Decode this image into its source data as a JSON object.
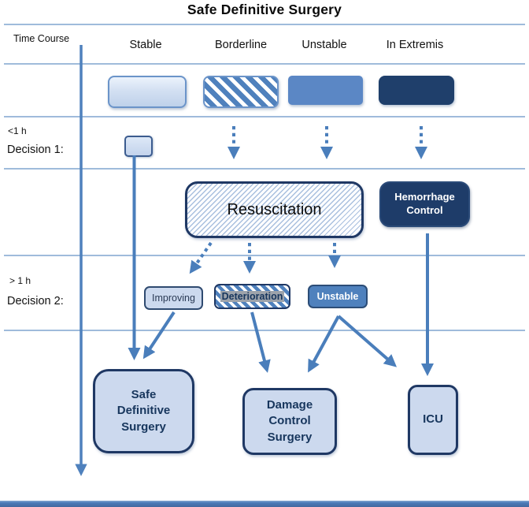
{
  "title": "Safe Definitive Surgery",
  "time_axis": {
    "label": "Time Course"
  },
  "columns": [
    {
      "label": "Stable"
    },
    {
      "label": "Borderline"
    },
    {
      "label": "Unstable"
    },
    {
      "label": "In Extremis"
    }
  ],
  "decision1": {
    "time_label": "<1 h",
    "label": "Decision 1:"
  },
  "interventions": {
    "resuscitation": "Resuscitation",
    "hemorrhage_control": "Hemorrhage Control"
  },
  "decision2": {
    "time_label": "> 1 h",
    "label": "Decision 2:",
    "states": [
      {
        "label": "Improving"
      },
      {
        "label": "Deterioration"
      },
      {
        "label": "Unstable"
      }
    ]
  },
  "outcomes": [
    {
      "label": "Safe Definitive Surgery"
    },
    {
      "label": "Damage Control Surgery"
    },
    {
      "label": "ICU"
    }
  ],
  "colors": {
    "arrow_blue": "#4a7ebb",
    "grid_line": "#9fbbdb",
    "light_box_fill": "#ccd9ee",
    "medium_blue": "#4f81bd",
    "dark_navy": "#1f3f6b",
    "box_border_navy": "#1f3864",
    "text_navy": "#17365d",
    "deterioration_highlight": "#9da3ab"
  }
}
